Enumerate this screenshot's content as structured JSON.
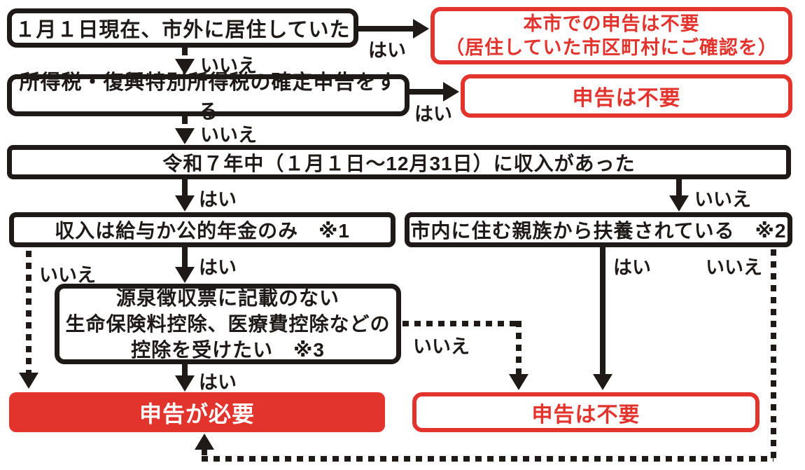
{
  "flowchart": {
    "nodes": {
      "q_resident": "１月１日現在、市外に居住していた",
      "r_no_city_line1": "本市での申告は不要",
      "r_no_city_line2": "（居住していた市区町村にご確認を）",
      "q_final_return": "所得税・復興特別所得税の確定申告をする",
      "r_not_required_top": "申告は不要",
      "q_income": "令和７年中（１月１日～12月31日）に収入があった",
      "q_salary_pension": "収入は給与か公的年金のみ　※1",
      "q_dependent": "市内に住む親族から扶養されている　※2",
      "q_deduction_line1": "源泉徴収票に記載のない",
      "q_deduction_line2": "生命保険料控除、医療費控除などの",
      "q_deduction_line3": "控除を受けたい　※3",
      "r_required": "申告が必要",
      "r_not_required_bottom": "申告は不要"
    },
    "labels": {
      "yes": "はい",
      "no": "いいえ"
    },
    "colors": {
      "red": "#e2332d",
      "black": "#1f1a17",
      "white": "#ffffff"
    }
  }
}
